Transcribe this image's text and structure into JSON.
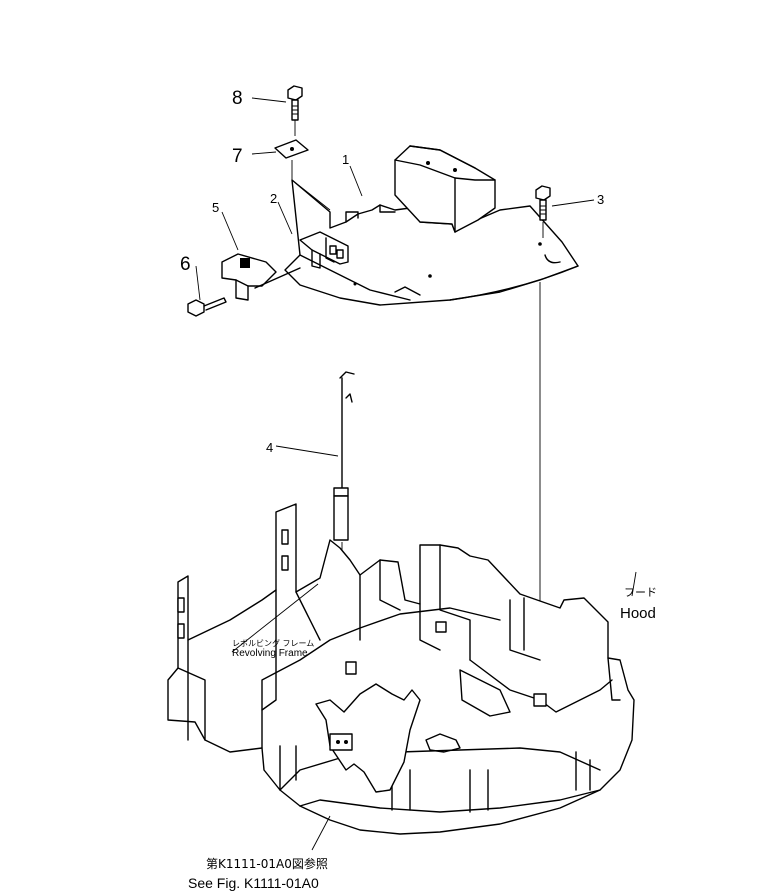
{
  "callouts": {
    "c1": "1",
    "c2": "2",
    "c3": "3",
    "c4": "4",
    "c5": "5",
    "c6": "6",
    "c7": "7",
    "c8": "8"
  },
  "labels": {
    "revolving_frame_jp": "レボルビング フレーム",
    "revolving_frame_en": "Revolving Frame",
    "hood_jp": "フード",
    "hood_en": "Hood",
    "ref_jp": "第K1111-01A0図参照",
    "ref_en": "See Fig. K1111-01A0"
  }
}
